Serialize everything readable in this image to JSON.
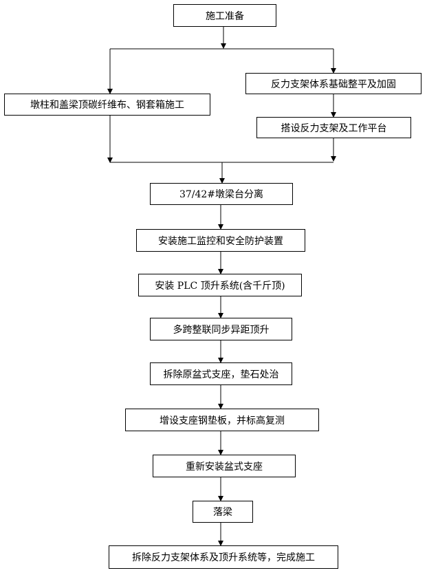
{
  "flowchart": {
    "steps": {
      "prep": "施工准备",
      "pier": "墩柱和盖梁顶碳纤维布、钢套箱施工",
      "foundation": "反力支架体系基础整平及加固",
      "bracket": "搭设反力支架及工作平台",
      "separate": "37/42#墩梁台分离",
      "monitor": "安装施工监控和安全防护装置",
      "plc": "安装 PLC 顶升系统(含千斤顶)",
      "lift": "多跨整联同步异距顶升",
      "remove": "拆除原盆式支座，垫石处治",
      "shim": "增设支座钢垫板，并标高复测",
      "reinstall": "重新安装盆式支座",
      "drop": "落梁",
      "finish": "拆除反力支架体系及顶升系统等，完成施工"
    }
  }
}
